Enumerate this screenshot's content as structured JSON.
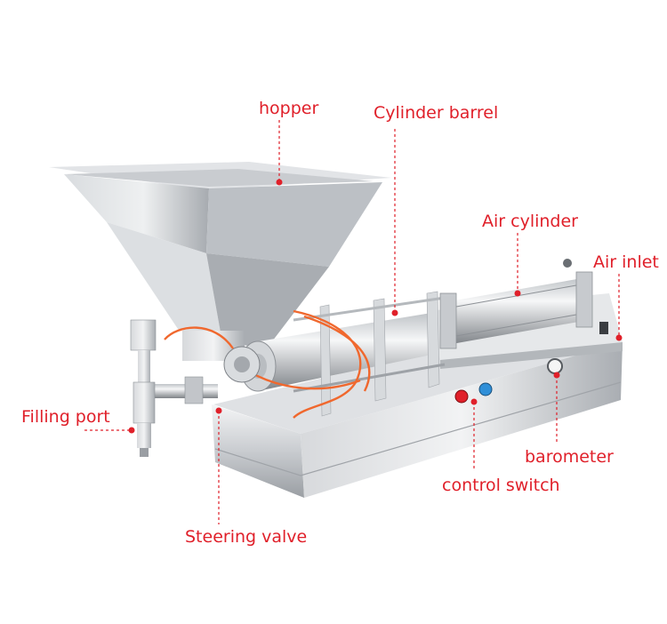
{
  "colors": {
    "label": "#e0202a",
    "steel_light": "#e9eaec",
    "steel_mid": "#c3c6ca",
    "steel_dark": "#8d9196",
    "tube": "#f0682e"
  },
  "labels": {
    "hopper": "hopper",
    "cylinder_barrel": "Cylinder barrel",
    "air_cylinder": "Air cylinder",
    "air_inlet": "Air inlet",
    "filling_port": "Filling port",
    "barometer": "barometer",
    "control_switch": "control switch",
    "steering_valve": "Steering valve"
  }
}
